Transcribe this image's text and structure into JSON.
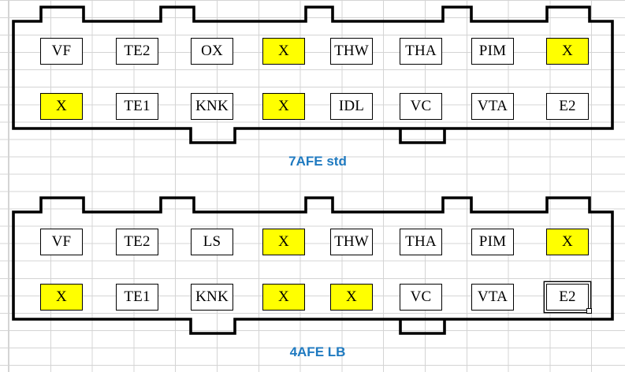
{
  "document": {
    "app": "spreadsheet",
    "title": "ECU Connector Pinout Diagram",
    "background": "#ffffff",
    "gridline_color": "#d4d4d4",
    "highlight_color": "#ffff00",
    "outline_color": "#000000",
    "caption_color": "#1f7ac0"
  },
  "connectors": [
    {
      "id": "connector-7afe-std",
      "caption": "7AFE std",
      "rows": [
        {
          "id": "top-row",
          "pins": [
            {
              "label": "VF",
              "highlighted": false,
              "selected": false
            },
            {
              "label": "TE2",
              "highlighted": false,
              "selected": false
            },
            {
              "label": "OX",
              "highlighted": false,
              "selected": false
            },
            {
              "label": "X",
              "highlighted": true,
              "selected": false
            },
            {
              "label": "THW",
              "highlighted": false,
              "selected": false
            },
            {
              "label": "THA",
              "highlighted": false,
              "selected": false
            },
            {
              "label": "PIM",
              "highlighted": false,
              "selected": false
            },
            {
              "label": "X",
              "highlighted": true,
              "selected": false
            }
          ]
        },
        {
          "id": "bottom-row",
          "pins": [
            {
              "label": "X",
              "highlighted": true,
              "selected": false
            },
            {
              "label": "TE1",
              "highlighted": false,
              "selected": false
            },
            {
              "label": "KNK",
              "highlighted": false,
              "selected": false
            },
            {
              "label": "X",
              "highlighted": true,
              "selected": false
            },
            {
              "label": "IDL",
              "highlighted": false,
              "selected": false
            },
            {
              "label": "VC",
              "highlighted": false,
              "selected": false
            },
            {
              "label": "VTA",
              "highlighted": false,
              "selected": false
            },
            {
              "label": "E2",
              "highlighted": false,
              "selected": false
            }
          ]
        }
      ]
    },
    {
      "id": "connector-4afe-lb",
      "caption": "4AFE LB",
      "rows": [
        {
          "id": "top-row",
          "pins": [
            {
              "label": "VF",
              "highlighted": false,
              "selected": false
            },
            {
              "label": "TE2",
              "highlighted": false,
              "selected": false
            },
            {
              "label": "LS",
              "highlighted": false,
              "selected": false
            },
            {
              "label": "X",
              "highlighted": true,
              "selected": false
            },
            {
              "label": "THW",
              "highlighted": false,
              "selected": false
            },
            {
              "label": "THA",
              "highlighted": false,
              "selected": false
            },
            {
              "label": "PIM",
              "highlighted": false,
              "selected": false
            },
            {
              "label": "X",
              "highlighted": true,
              "selected": false
            }
          ]
        },
        {
          "id": "bottom-row",
          "pins": [
            {
              "label": "X",
              "highlighted": true,
              "selected": false
            },
            {
              "label": "TE1",
              "highlighted": false,
              "selected": false
            },
            {
              "label": "KNK",
              "highlighted": false,
              "selected": false
            },
            {
              "label": "X",
              "highlighted": true,
              "selected": false
            },
            {
              "label": "X",
              "highlighted": true,
              "selected": false
            },
            {
              "label": "VC",
              "highlighted": false,
              "selected": false
            },
            {
              "label": "VTA",
              "highlighted": false,
              "selected": false
            },
            {
              "label": "E2",
              "highlighted": false,
              "selected": true
            }
          ]
        }
      ]
    }
  ]
}
